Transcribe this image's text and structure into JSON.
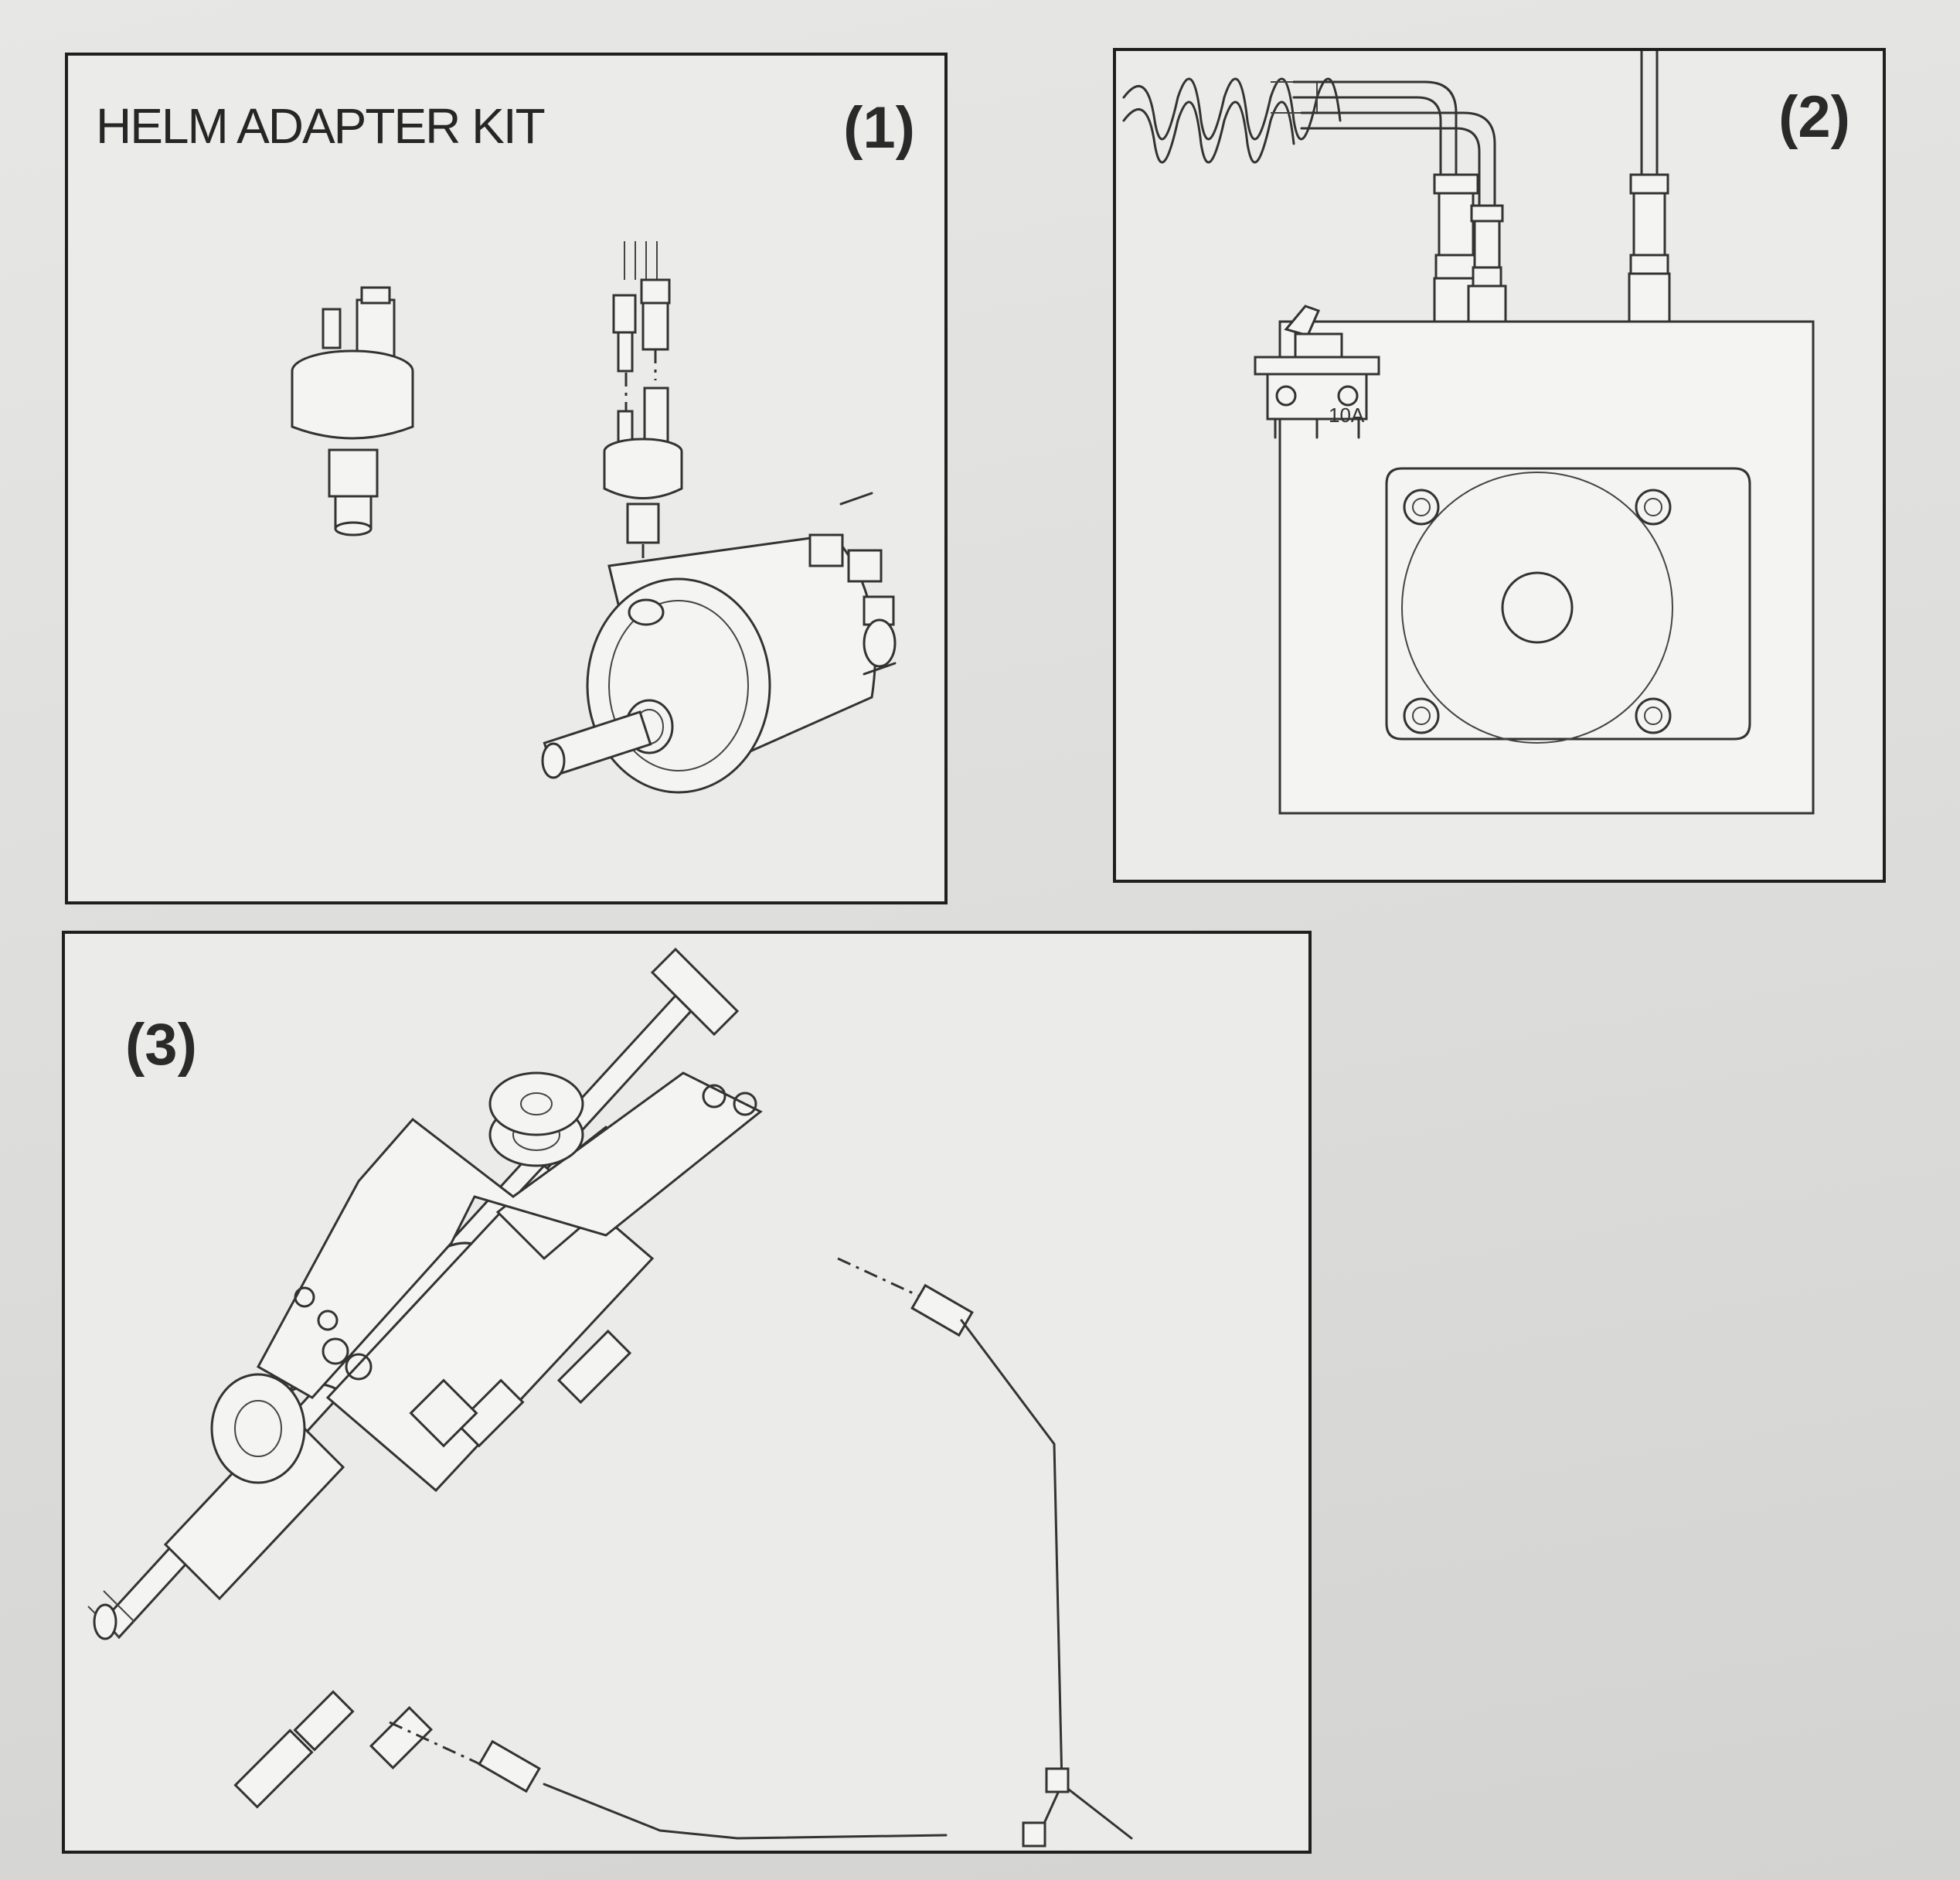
{
  "panels": {
    "panel1": {
      "title": "HELM ADAPTER KIT",
      "number": "(1)"
    },
    "panel2": {
      "number": "(2)",
      "switch_rating": "10A"
    },
    "panel3": {
      "number": "(3)"
    }
  }
}
